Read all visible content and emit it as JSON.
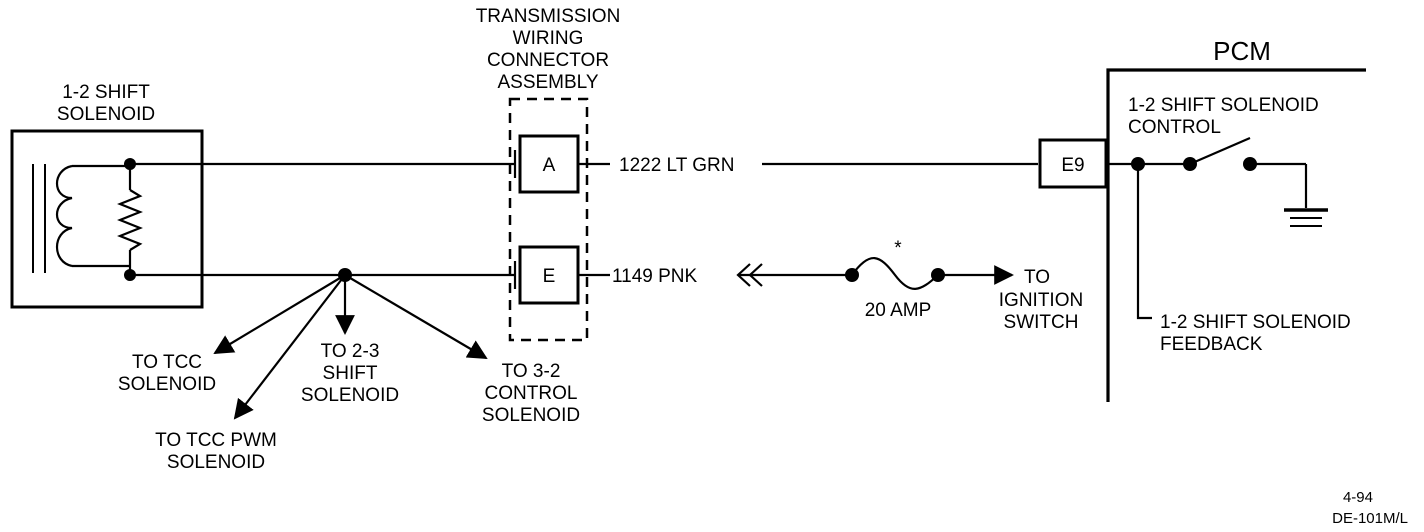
{
  "solenoid": {
    "title_lines": [
      "1-2 SHIFT",
      "SOLENOID"
    ]
  },
  "connector": {
    "title_lines": [
      "TRANSMISSION",
      "WIRING",
      "CONNECTOR",
      "ASSEMBLY"
    ],
    "pin_a": "A",
    "pin_e": "E"
  },
  "wires": {
    "upper_label": "1222 LT GRN",
    "lower_label": "1149 PNK"
  },
  "fuse": {
    "label": "20 AMP",
    "note_mark": "*"
  },
  "ignition": {
    "lines": [
      "TO",
      "IGNITION",
      "SWITCH"
    ]
  },
  "pcm": {
    "title": "PCM",
    "pin": "E9",
    "control_lines": [
      "1-2 SHIFT SOLENOID",
      "CONTROL"
    ],
    "feedback_lines": [
      "1-2 SHIFT SOLENOID",
      "FEEDBACK"
    ]
  },
  "branches": {
    "tcc": [
      "TO TCC",
      "SOLENOID"
    ],
    "tcc_pwm": [
      "TO TCC PWM",
      "SOLENOID"
    ],
    "shift_23": [
      "TO 2-3",
      "SHIFT",
      "SOLENOID"
    ],
    "control_32": [
      "TO 3-2",
      "CONTROL",
      "SOLENOID"
    ]
  },
  "footer": {
    "date": "4-94",
    "code": "DE-101M/L"
  }
}
